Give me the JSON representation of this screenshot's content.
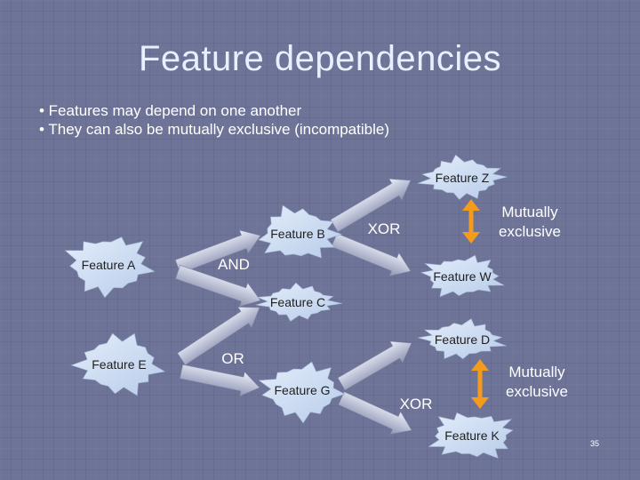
{
  "slide": {
    "title": "Feature dependencies",
    "bullets": [
      "• Features may depend on one another",
      "• They can also be mutually exclusive (incompatible)"
    ],
    "page_number": "35"
  },
  "diagram": {
    "nodes": {
      "feature_a": "Feature A",
      "feature_b": "Feature B",
      "feature_c": "Feature C",
      "feature_d": "Feature D",
      "feature_e": "Feature E",
      "feature_g": "Feature G",
      "feature_k": "Feature K",
      "feature_w": "Feature W",
      "feature_z": "Feature Z"
    },
    "operators": {
      "and": "AND",
      "or": "OR",
      "xor_top": "XOR",
      "xor_bottom": "XOR"
    },
    "mutual_exclusion": {
      "top_line1": "Mutually",
      "top_line2": "exclusive",
      "bottom_line1": "Mutually",
      "bottom_line2": "exclusive"
    },
    "colors": {
      "starburst_fill": "#cfe0f6",
      "arrow_light": "#eceff6",
      "arrow_dark": "#8d93b0",
      "exclusion_arrow": "#f29b1d",
      "background": "#6e7497"
    }
  }
}
